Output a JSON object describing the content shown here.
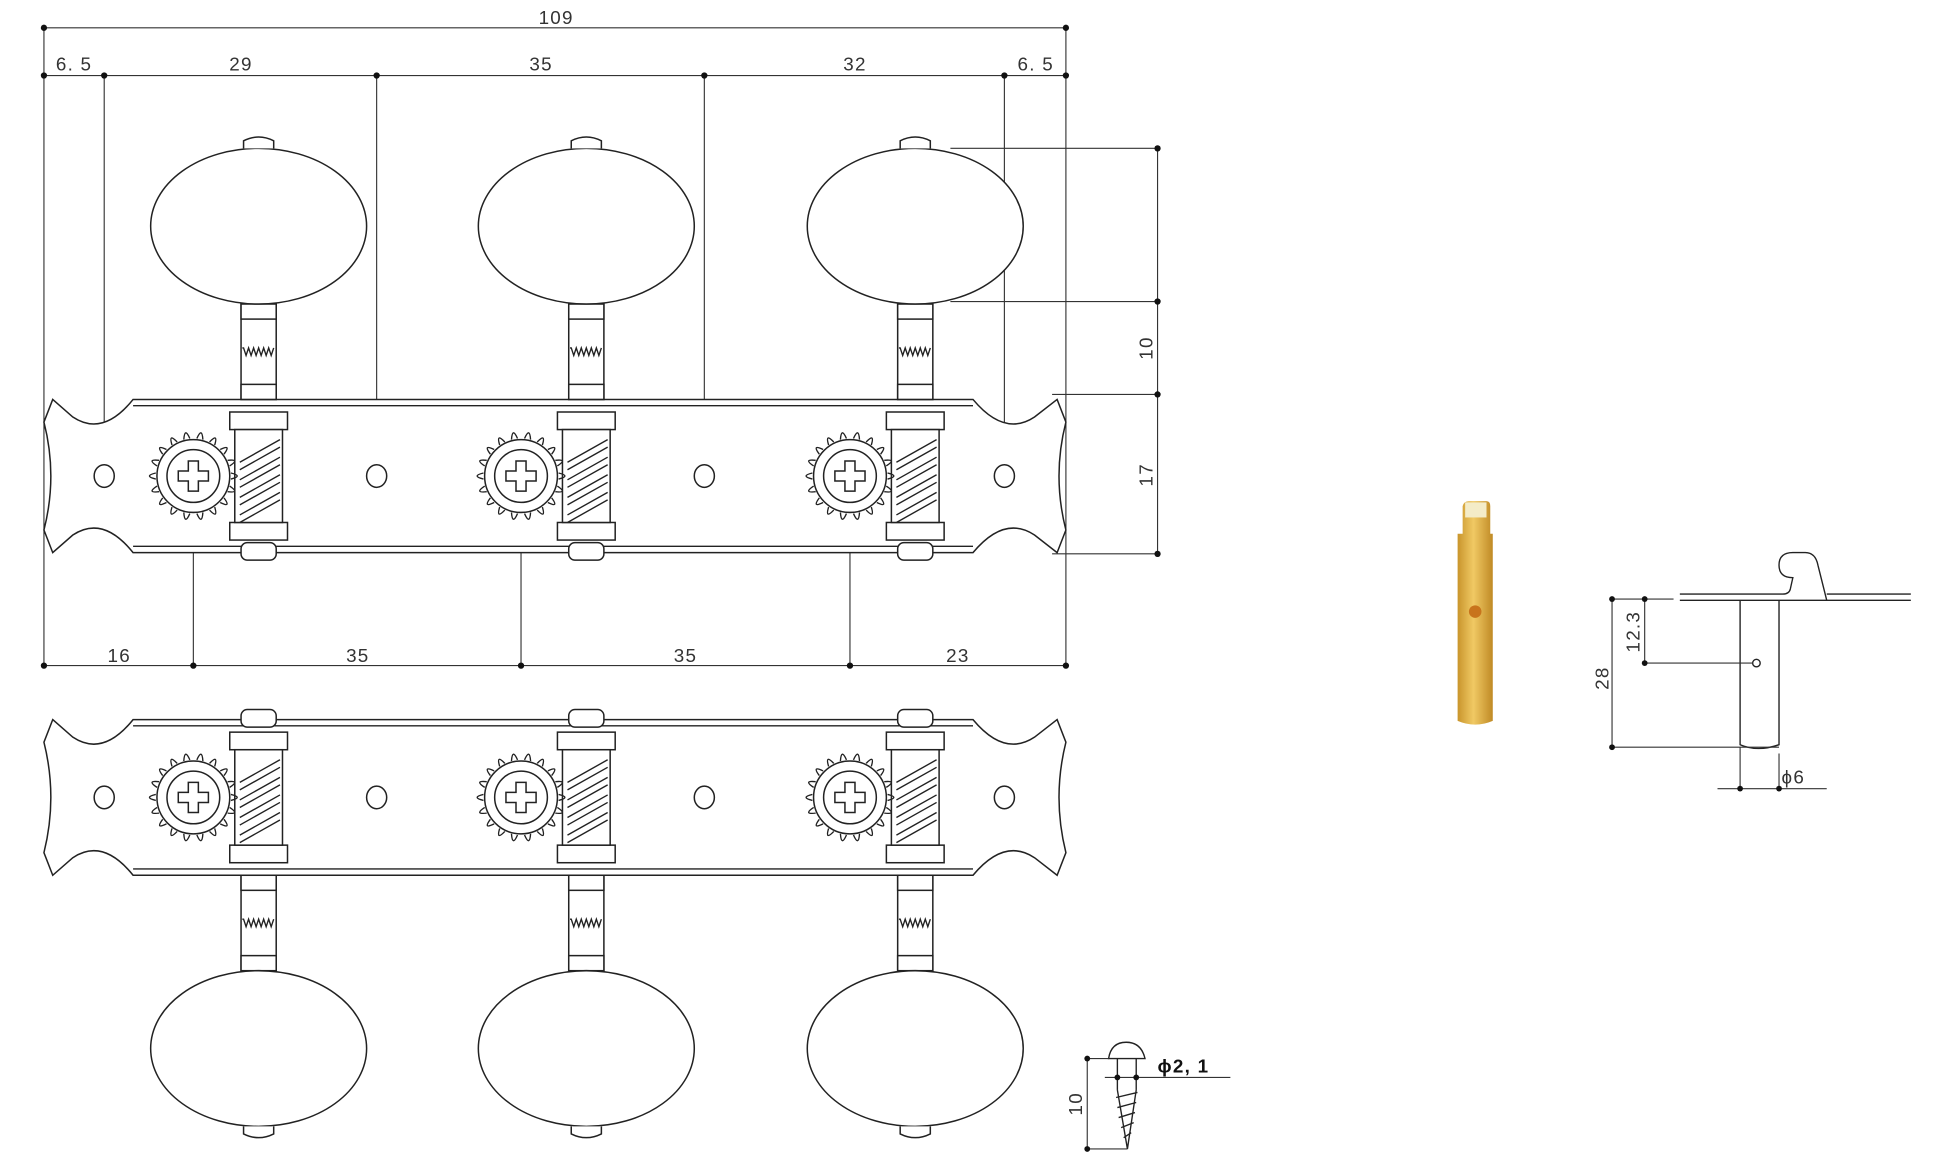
{
  "top_dimensions": {
    "overall": "109",
    "segments": [
      "6. 5",
      "29",
      "35",
      "32",
      "6. 5"
    ]
  },
  "bottom_dimensions": [
    "16",
    "35",
    "35",
    "23"
  ],
  "side_dimensions": {
    "knob_height": "10",
    "plate_height": "17"
  },
  "tuner_count_per_plate": 3,
  "roller_post": {
    "length": "28",
    "hole_offset": "12.3",
    "diameter": "ϕ6"
  },
  "screw": {
    "length": "10",
    "diameter": "ϕ2, 1"
  },
  "colors": {
    "line": "#222222",
    "roller_gold": "#d9a93a",
    "roller_hole": "#c8741c"
  }
}
